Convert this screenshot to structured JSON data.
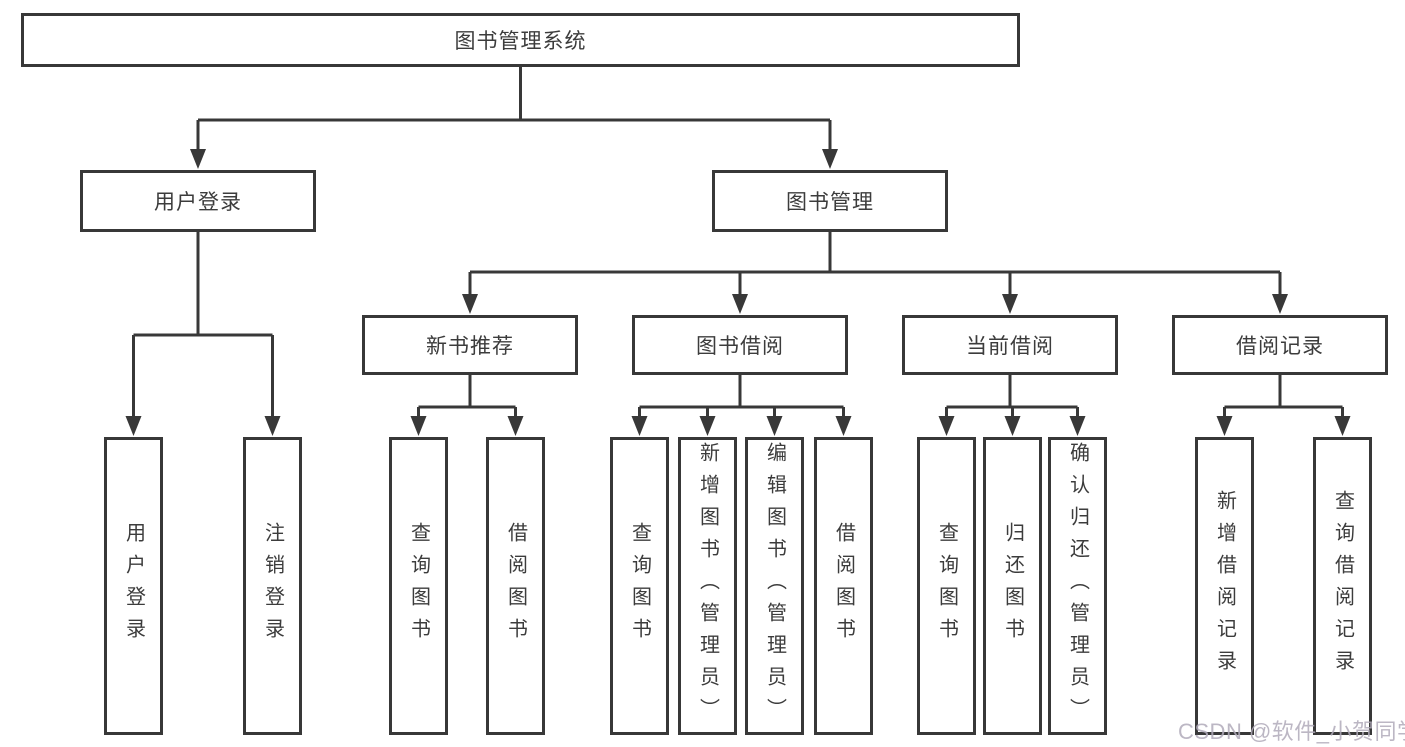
{
  "tree": {
    "label": "图书管理系统",
    "children": [
      {
        "label": "用户登录",
        "children": [
          {
            "label": "用户登录"
          },
          {
            "label": "注销登录"
          }
        ]
      },
      {
        "label": "图书管理",
        "children": [
          {
            "label": "新书推荐",
            "children": [
              {
                "label": "查询图书"
              },
              {
                "label": "借阅图书"
              }
            ]
          },
          {
            "label": "图书借阅",
            "children": [
              {
                "label": "查询图书"
              },
              {
                "label": "新增图书（管理员）"
              },
              {
                "label": "编辑图书（管理员）"
              },
              {
                "label": "借阅图书"
              }
            ]
          },
          {
            "label": "当前借阅",
            "children": [
              {
                "label": "查询图书"
              },
              {
                "label": "归还图书"
              },
              {
                "label": "确认归还（管理员）"
              }
            ]
          },
          {
            "label": "借阅记录",
            "children": [
              {
                "label": "新增借阅记录"
              },
              {
                "label": "查询借阅记录"
              }
            ]
          }
        ]
      }
    ]
  },
  "watermark": {
    "text": "CSDN @软件_小贺同学"
  },
  "colors": {
    "line": "#383838",
    "text": "#3c3c3c",
    "background": "#ffffff",
    "watermark": "#b0aaba"
  }
}
